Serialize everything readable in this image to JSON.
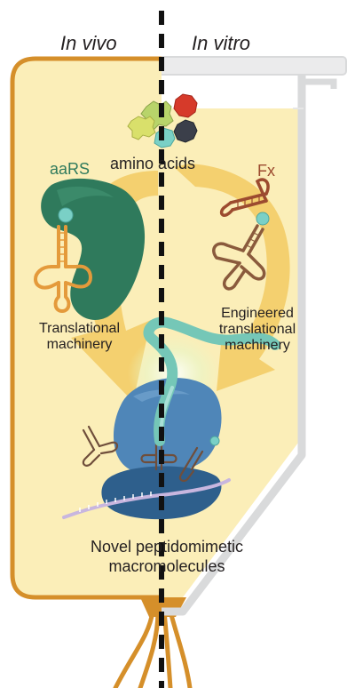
{
  "header": {
    "left": "In vivo",
    "right": "In vitro"
  },
  "labels": {
    "amino_acids": "amino acids",
    "aars": "aaRS",
    "fx": "Fx",
    "translational_line1": "Translational",
    "translational_line2": "machinery",
    "engineered_line1": "Engineered",
    "engineered_line2": "translational",
    "engineered_line3": "machinery",
    "product_line1": "Novel peptidomimetic",
    "product_line2": "macromolecules"
  },
  "colors": {
    "vessel_fill": "#fbeeb8",
    "cell_outline": "#d58f2a",
    "tube_outline": "#d9dadb",
    "arrow": "#f3cd6a",
    "aars_enzyme": "#2f7a5c",
    "trna_in_vivo": "#e49a3b",
    "trna_in_vitro": "#8a5a3c",
    "flexizyme": "#9c4b2f",
    "ribosome": "#4f86b8",
    "peptide": "#75c7b7",
    "mrna": "#c8b6df",
    "divider": "#111111"
  }
}
